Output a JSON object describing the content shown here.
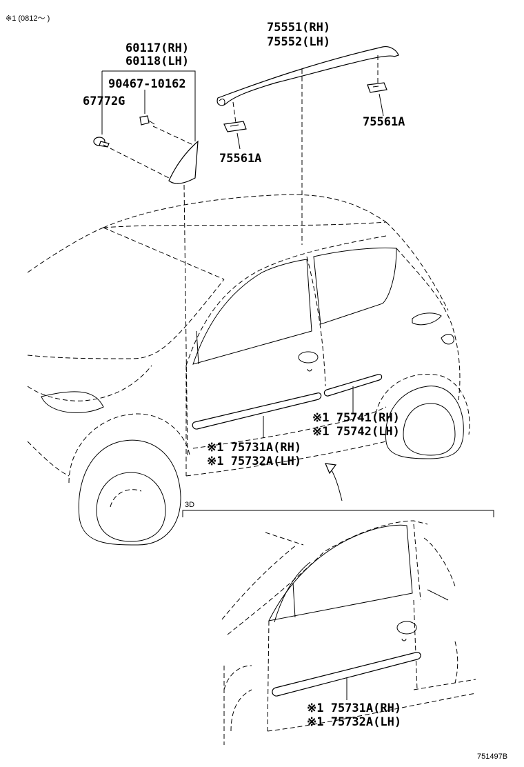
{
  "header": {
    "note": "※1 (0812～     )"
  },
  "labels": {
    "p60117": "60117(RH)",
    "p60118": "60118(LH)",
    "p90467": "90467-10162",
    "p67772": "67772G",
    "p75551": "75551(RH)",
    "p75552": "75552(LH)",
    "p75561a_right": "75561A",
    "p75561a_left": "75561A",
    "p75741": "※1 75741(RH)",
    "p75742": "※1 75742(LH)",
    "p75731a": "※1 75731A(RH)",
    "p75732a": "※1 75732A(LH)",
    "section_3d": "3D",
    "p75731a_3d": "※1 75731A(RH)",
    "p75732a_3d": "※1 75732A(LH)",
    "figure_id": "751497B"
  }
}
